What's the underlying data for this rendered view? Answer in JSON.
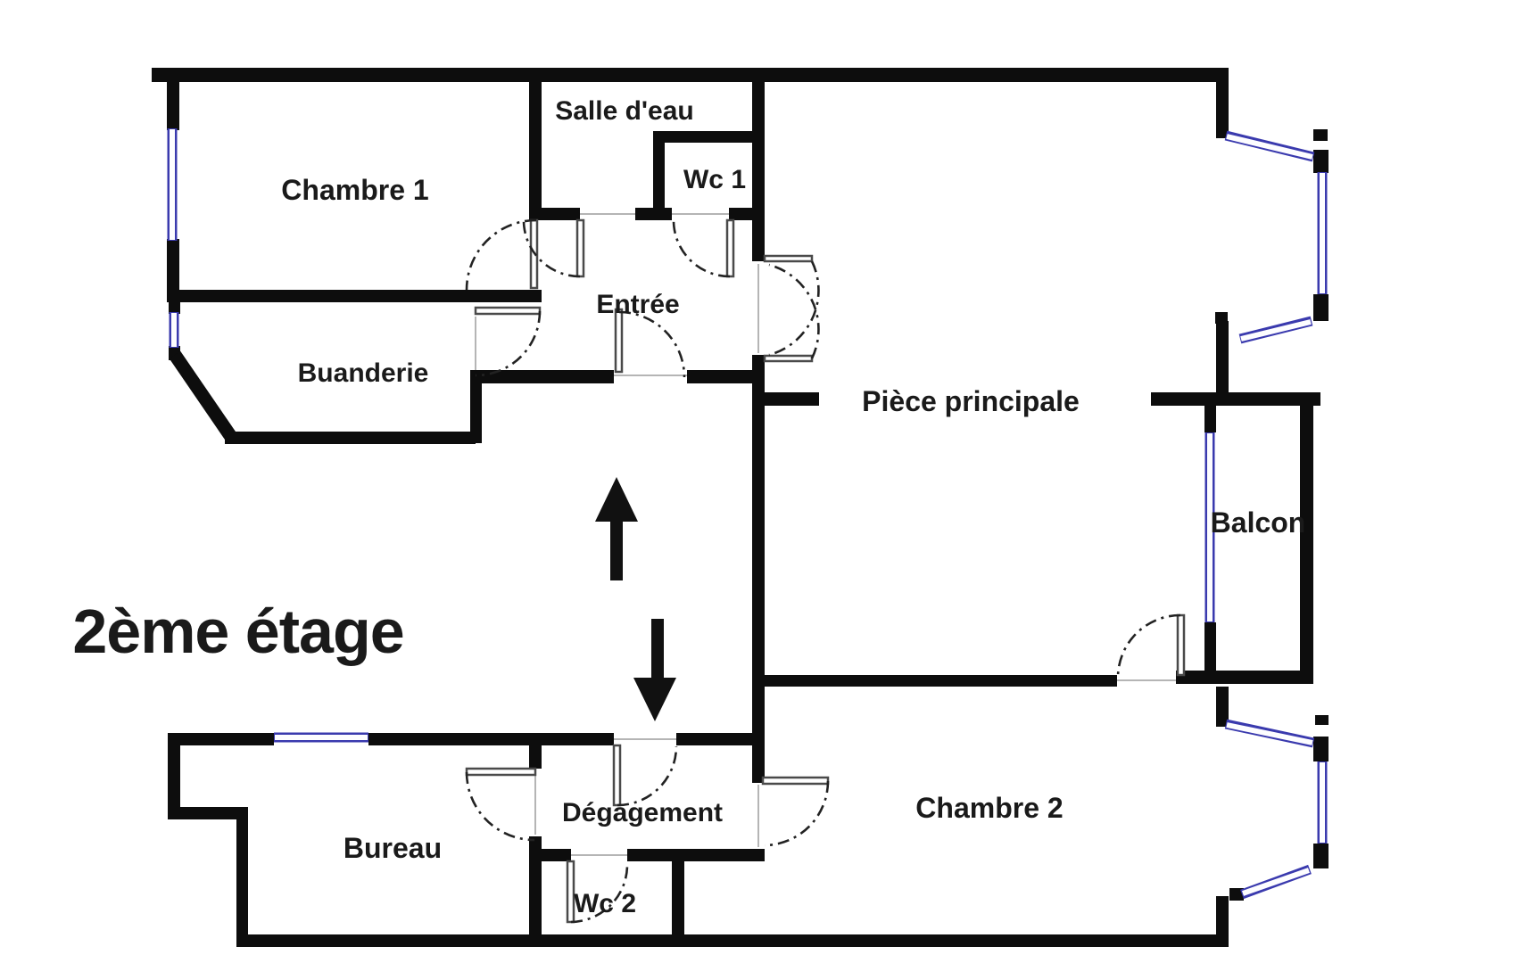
{
  "title": {
    "label": "2ème étage"
  },
  "floor_plan": {
    "rooms": [
      {
        "id": "chambre-1",
        "label": "Chambre 1"
      },
      {
        "id": "salle-deau",
        "label": "Salle d'eau"
      },
      {
        "id": "wc-1",
        "label": "Wc 1"
      },
      {
        "id": "buanderie",
        "label": "Buanderie"
      },
      {
        "id": "entree",
        "label": "Entrée"
      },
      {
        "id": "piece-principale",
        "label": "Pièce principale"
      },
      {
        "id": "balcon",
        "label": "Balcon"
      },
      {
        "id": "bureau",
        "label": "Bureau"
      },
      {
        "id": "degagement",
        "label": "Dégagement"
      },
      {
        "id": "wc-2",
        "label": "Wc 2"
      },
      {
        "id": "chambre-2",
        "label": "Chambre 2"
      }
    ],
    "icons": [
      {
        "name": "stairs-up-arrow"
      },
      {
        "name": "stairs-down-arrow"
      }
    ],
    "colors": {
      "wall": "#0d0d0d",
      "window": "#3a3aae",
      "window_core": "#fdfdff",
      "door_leaf": "#4a4a4a",
      "door_arc": "#222222",
      "threshold": "#b5b5b5",
      "label": "#1a1a1a",
      "background": "#ffffff"
    }
  }
}
